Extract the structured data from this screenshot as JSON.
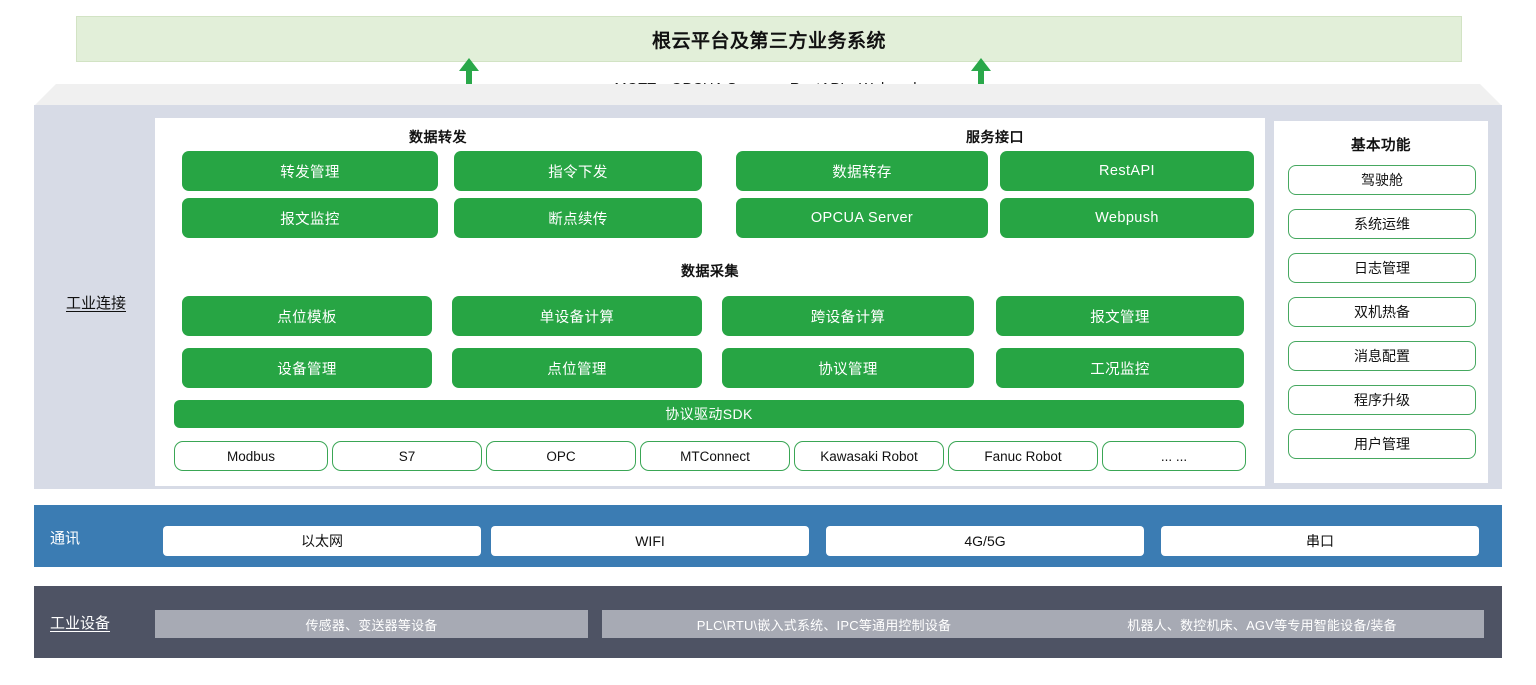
{
  "platform": {
    "title": "根云平台及第三方业务系统"
  },
  "protocols_line": "MQTT，OPCUA Server， RestAPI、Webpush",
  "industrial_connection": {
    "label": "工业连接",
    "data_forwarding": {
      "title": "数据转发",
      "items": [
        "转发管理",
        "指令下发",
        "报文监控",
        "断点续传"
      ]
    },
    "service_interface": {
      "title": "服务接口",
      "items": [
        "数据转存",
        "RestAPI",
        "OPCUA Server",
        "Webpush"
      ]
    },
    "data_collection": {
      "title": "数据采集",
      "items": [
        "点位模板",
        "单设备计算",
        "跨设备计算",
        "报文管理",
        "设备管理",
        "点位管理",
        "协议管理",
        "工况监控"
      ],
      "sdk_bar": "协议驱动SDK",
      "protocols": [
        "Modbus",
        "S7",
        "OPC",
        "MTConnect",
        "Kawasaki Robot",
        "Fanuc Robot",
        "... ..."
      ]
    },
    "basic_functions": {
      "title": "基本功能",
      "items": [
        "驾驶舱",
        "系统运维",
        "日志管理",
        "双机热备",
        "消息配置",
        "程序升级",
        "用户管理"
      ]
    }
  },
  "communication": {
    "label": "通讯",
    "items": [
      "以太网",
      "WIFI",
      "4G/5G",
      "串口"
    ]
  },
  "industrial_devices": {
    "label": "工业设备",
    "items": [
      "传感器、变送器等设备",
      "PLC\\RTU\\嵌入式系统、IPC等通用控制设备",
      "机器人、数控机床、AGV等专用智能设备/装备"
    ]
  },
  "colors": {
    "platform_bg": "#e2efd9",
    "green": "#27a544",
    "green_border": "#3aa655",
    "slab": "#d7dbe6",
    "slab_top": "#f0f0f0",
    "comm_blue": "#3b7cb3",
    "device_dark": "#4e5364",
    "device_chip": "#a7aab4",
    "arrow_green": "#2aa84a"
  }
}
